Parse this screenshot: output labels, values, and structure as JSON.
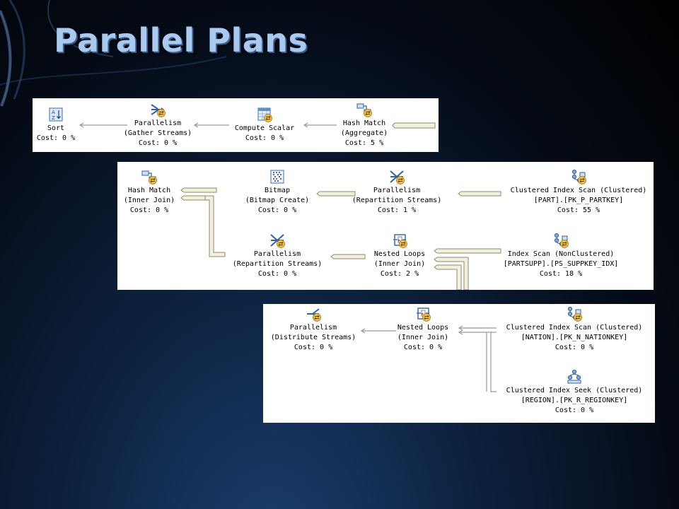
{
  "slide": {
    "title": "Parallel Plans"
  },
  "plan1": {
    "sort": {
      "name": "Sort",
      "detail": "",
      "cost": "Cost: 0 %"
    },
    "gather": {
      "name": "Parallelism",
      "detail": "(Gather Streams)",
      "cost": "Cost: 0 %"
    },
    "compute": {
      "name": "Compute Scalar",
      "detail": "",
      "cost": "Cost: 0 %"
    },
    "hashagg": {
      "name": "Hash Match",
      "detail": "(Aggregate)",
      "cost": "Cost: 5 %"
    }
  },
  "plan2": {
    "hashjoin": {
      "name": "Hash Match",
      "detail": "(Inner Join)",
      "cost": "Cost: 0 %"
    },
    "bitmap": {
      "name": "Bitmap",
      "detail": "(Bitmap Create)",
      "cost": "Cost: 0 %"
    },
    "repart1": {
      "name": "Parallelism",
      "detail": "(Repartition Streams)",
      "cost": "Cost: 1 %"
    },
    "cis_part": {
      "name": "Clustered Index Scan (Clustered)",
      "detail": "[PART].[PK_P_PARTKEY]",
      "cost": "Cost: 55 %"
    },
    "repart2": {
      "name": "Parallelism",
      "detail": "(Repartition Streams)",
      "cost": "Cost: 0 %"
    },
    "nested1": {
      "name": "Nested Loops",
      "detail": "(Inner Join)",
      "cost": "Cost: 2 %"
    },
    "is_partsupp": {
      "name": "Index Scan (NonClustered)",
      "detail": "[PARTSUPP].[PS_SUPPKEY_IDX]",
      "cost": "Cost: 18 %"
    }
  },
  "plan3": {
    "distribute": {
      "name": "Parallelism",
      "detail": "(Distribute Streams)",
      "cost": "Cost: 0 %"
    },
    "nested2": {
      "name": "Nested Loops",
      "detail": "(Inner Join)",
      "cost": "Cost: 0 %"
    },
    "cis_nation": {
      "name": "Clustered Index Scan (Clustered)",
      "detail": "[NATION].[PK_N_NATIONKEY]",
      "cost": "Cost: 0 %"
    },
    "cis_region": {
      "name": "Clustered Index Seek (Clustered)",
      "detail": "[REGION].[PK_R_REGIONKEY]",
      "cost": "Cost: 0 %"
    }
  },
  "colors": {
    "title": "#a9c9ee",
    "arrow_fill": "#f3f0dc",
    "arrow_stroke": "#8e8a72",
    "panel": "#ffffff"
  }
}
